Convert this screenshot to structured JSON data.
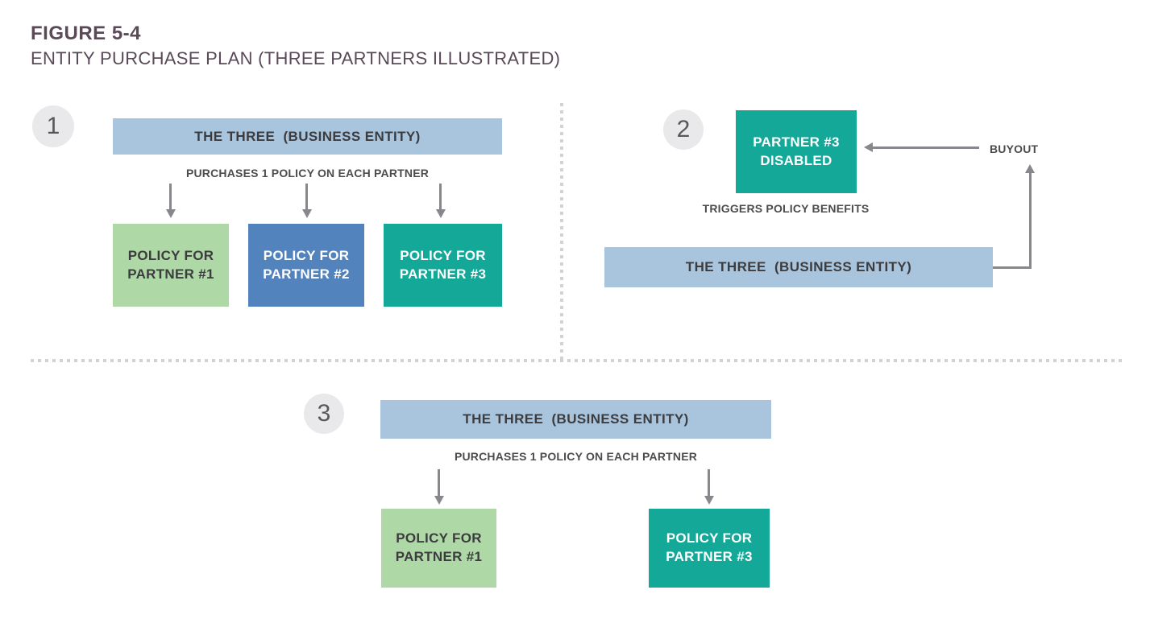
{
  "figure": {
    "label": "FIGURE 5-4",
    "title": "ENTITY PURCHASE PLAN (THREE PARTNERS ILLUSTRATED)"
  },
  "colors": {
    "title_text": "#5a4a57",
    "dark_text": "#3c3c3e",
    "label_text": "#4c4c4e",
    "entity_bar_bg": "#a9c4dd",
    "green_box_bg": "#aed8a6",
    "blue_box_bg": "#5383bd",
    "teal_box_bg": "#14a899",
    "circle_bg": "#e9e9eb",
    "circle_text": "#58585a",
    "arrow_gray": "#86888b",
    "dotted_line": "#d2d2d4"
  },
  "step1": {
    "number": "1",
    "entity_label": "THE THREE  (BUSINESS ENTITY)",
    "action_label": "PURCHASES 1 POLICY ON EACH PARTNER",
    "policies": [
      {
        "label": "POLICY FOR PARTNER #1",
        "color": "green"
      },
      {
        "label": "POLICY FOR PARTNER #2",
        "color": "blue"
      },
      {
        "label": "POLICY FOR PARTNER #3",
        "color": "teal"
      }
    ]
  },
  "step2": {
    "number": "2",
    "disabled_box_label": "PARTNER #3 DISABLED",
    "disabled_box_color": "teal",
    "buyout_label": "BUYOUT",
    "triggers_label": "TRIGGERS POLICY BENEFITS",
    "entity_label": "THE THREE  (BUSINESS ENTITY)"
  },
  "step3": {
    "number": "3",
    "entity_label": "THE THREE  (BUSINESS ENTITY)",
    "action_label": "PURCHASES 1 POLICY ON EACH PARTNER",
    "policies": [
      {
        "label": "POLICY FOR PARTNER #1",
        "color": "green"
      },
      {
        "label": "POLICY FOR PARTNER #3",
        "color": "teal"
      }
    ]
  }
}
